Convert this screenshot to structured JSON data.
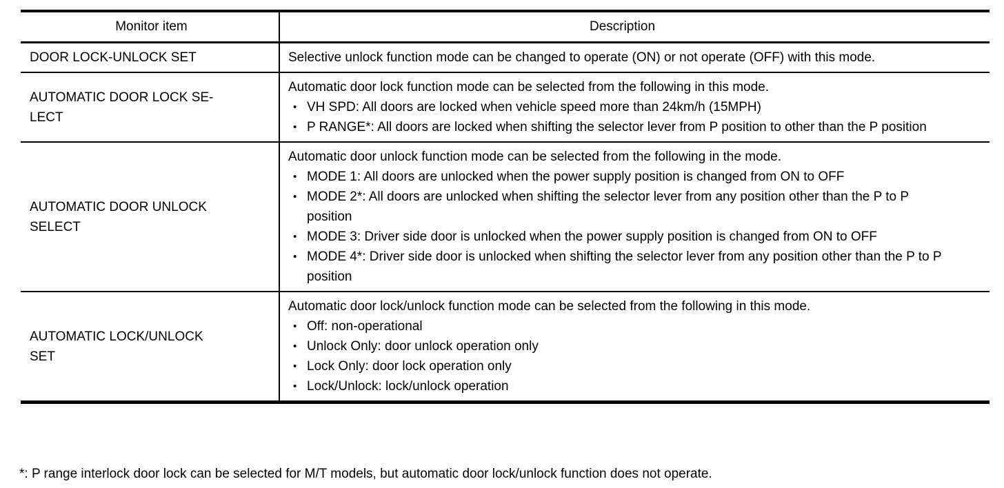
{
  "table": {
    "headers": {
      "monitor_item": "Monitor item",
      "description": "Description"
    },
    "rows": [
      {
        "item": "DOOR LOCK-UNLOCK SET",
        "intro": "Selective unlock function mode can be changed to operate (ON) or not operate (OFF) with this mode.",
        "bullets": []
      },
      {
        "item": "AUTOMATIC DOOR LOCK SE-\nLECT",
        "intro": "Automatic door lock function mode can be selected from the following in this mode.",
        "bullets": [
          "VH SPD: All doors are locked when vehicle speed more than 24km/h (15MPH)",
          "P RANGE*: All doors are locked when shifting the selector lever from P position to other than the P position"
        ]
      },
      {
        "item": "AUTOMATIC DOOR UNLOCK\nSELECT",
        "intro": "Automatic door unlock function mode can be selected from the following in the mode.",
        "bullets": [
          "MODE 1: All doors are unlocked when the power supply position is changed from ON to OFF",
          "MODE 2*: All doors are unlocked when shifting the selector lever from any position other than the P to P position",
          "MODE 3: Driver side door is unlocked when the power supply position is changed from ON to OFF",
          "MODE 4*: Driver side door is unlocked when shifting the selector lever from any position other than the P to P position"
        ]
      },
      {
        "item": "AUTOMATIC LOCK/UNLOCK\nSET",
        "intro": "Automatic door lock/unlock function mode can be selected from the following in this mode.",
        "bullets": [
          "Off: non-operational",
          "Unlock Only: door unlock operation only",
          "Lock Only: door lock operation only",
          "Lock/Unlock: lock/unlock operation"
        ]
      }
    ]
  },
  "footnote": "*: P range interlock door lock can be selected for M/T models, but automatic door lock/unlock function does not operate.",
  "bullet_char": "•",
  "colors": {
    "text": "#000000",
    "border": "#000000",
    "background": "#ffffff"
  }
}
